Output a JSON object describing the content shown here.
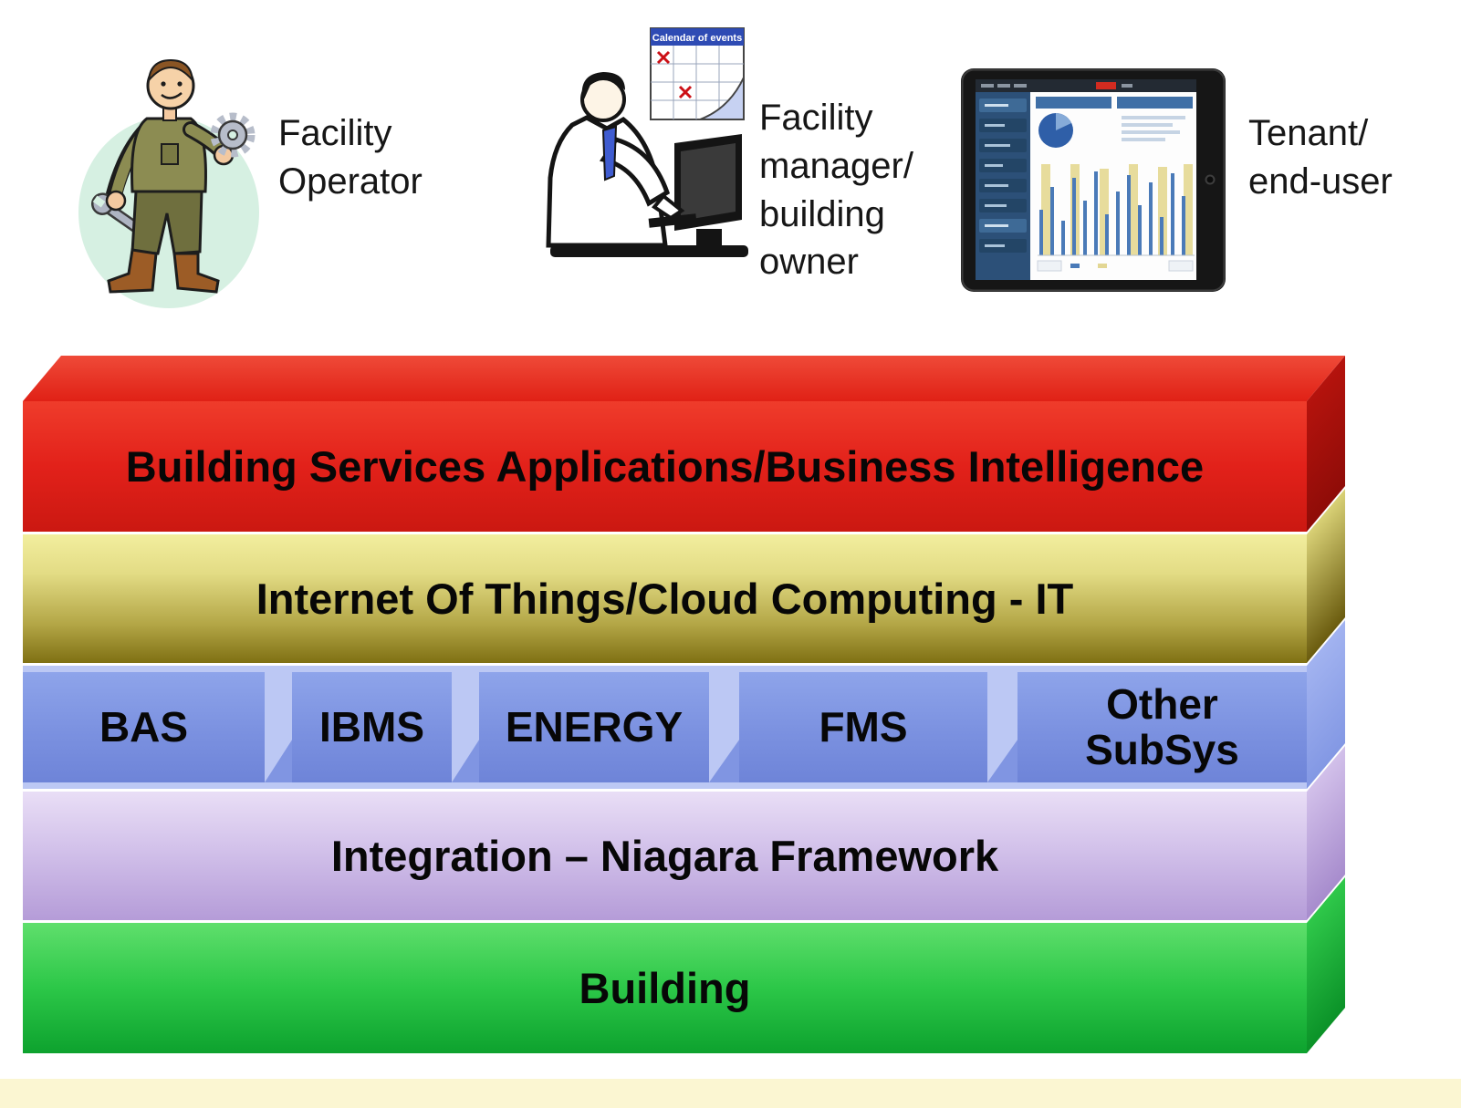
{
  "actors": {
    "operator": {
      "label": "Facility\nOperator"
    },
    "manager": {
      "label": "Facility\nmanager/\nbuilding\nowner",
      "calendar_title": "Calendar of events"
    },
    "tenant": {
      "label": "Tenant/\nend-user"
    }
  },
  "stack": {
    "applications": {
      "label": "Building Services Applications/Business Intelligence",
      "color": "#e2211a"
    },
    "iot": {
      "label": "Internet Of Things/Cloud Computing - IT",
      "color": "#cfc75e"
    },
    "subsystems": {
      "color": "#7b91e0",
      "segments": [
        {
          "label": "BAS"
        },
        {
          "label": "IBMS"
        },
        {
          "label": "ENERGY"
        },
        {
          "label": "FMS"
        },
        {
          "label": "Other\nSubSys"
        }
      ]
    },
    "integration": {
      "label": "Integration – Niagara Framework",
      "color": "#cbb8e6"
    },
    "building": {
      "label": "Building",
      "color": "#2fbe4a"
    }
  }
}
